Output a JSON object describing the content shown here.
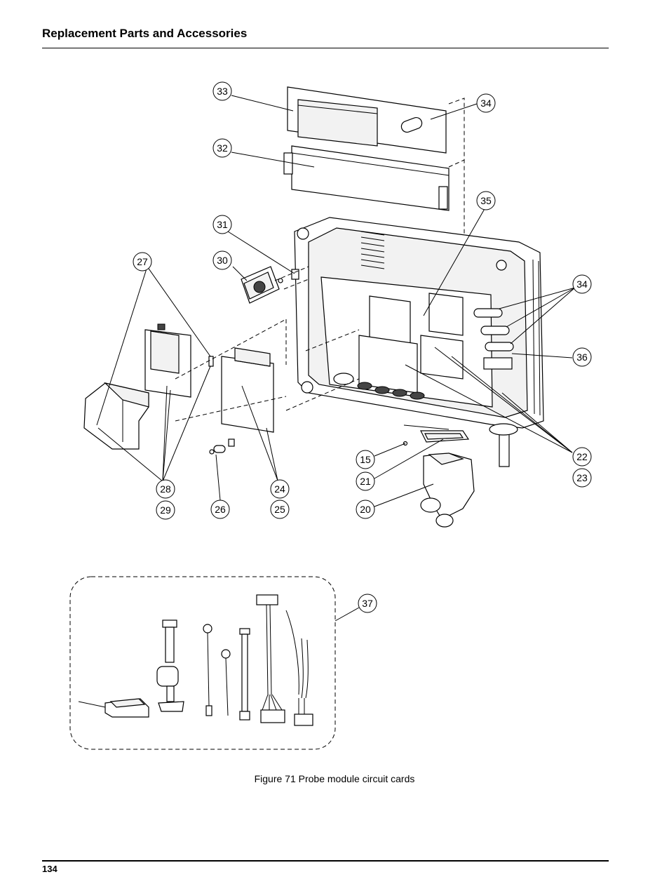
{
  "header": {
    "title": "Replacement Parts and Accessories"
  },
  "figure": {
    "caption": "Figure 71  Probe module circuit cards",
    "callouts": {
      "c33": "33",
      "c34a": "34",
      "c32": "32",
      "c35": "35",
      "c31": "31",
      "c30": "30",
      "c27": "27",
      "c34b": "34",
      "c36": "36",
      "c22": "22",
      "c23": "23",
      "c15": "15",
      "c21": "21",
      "c20": "20",
      "c28": "28",
      "c29": "29",
      "c26": "26",
      "c24": "24",
      "c25": "25",
      "c37": "37"
    }
  },
  "footer": {
    "page_number": "134"
  }
}
